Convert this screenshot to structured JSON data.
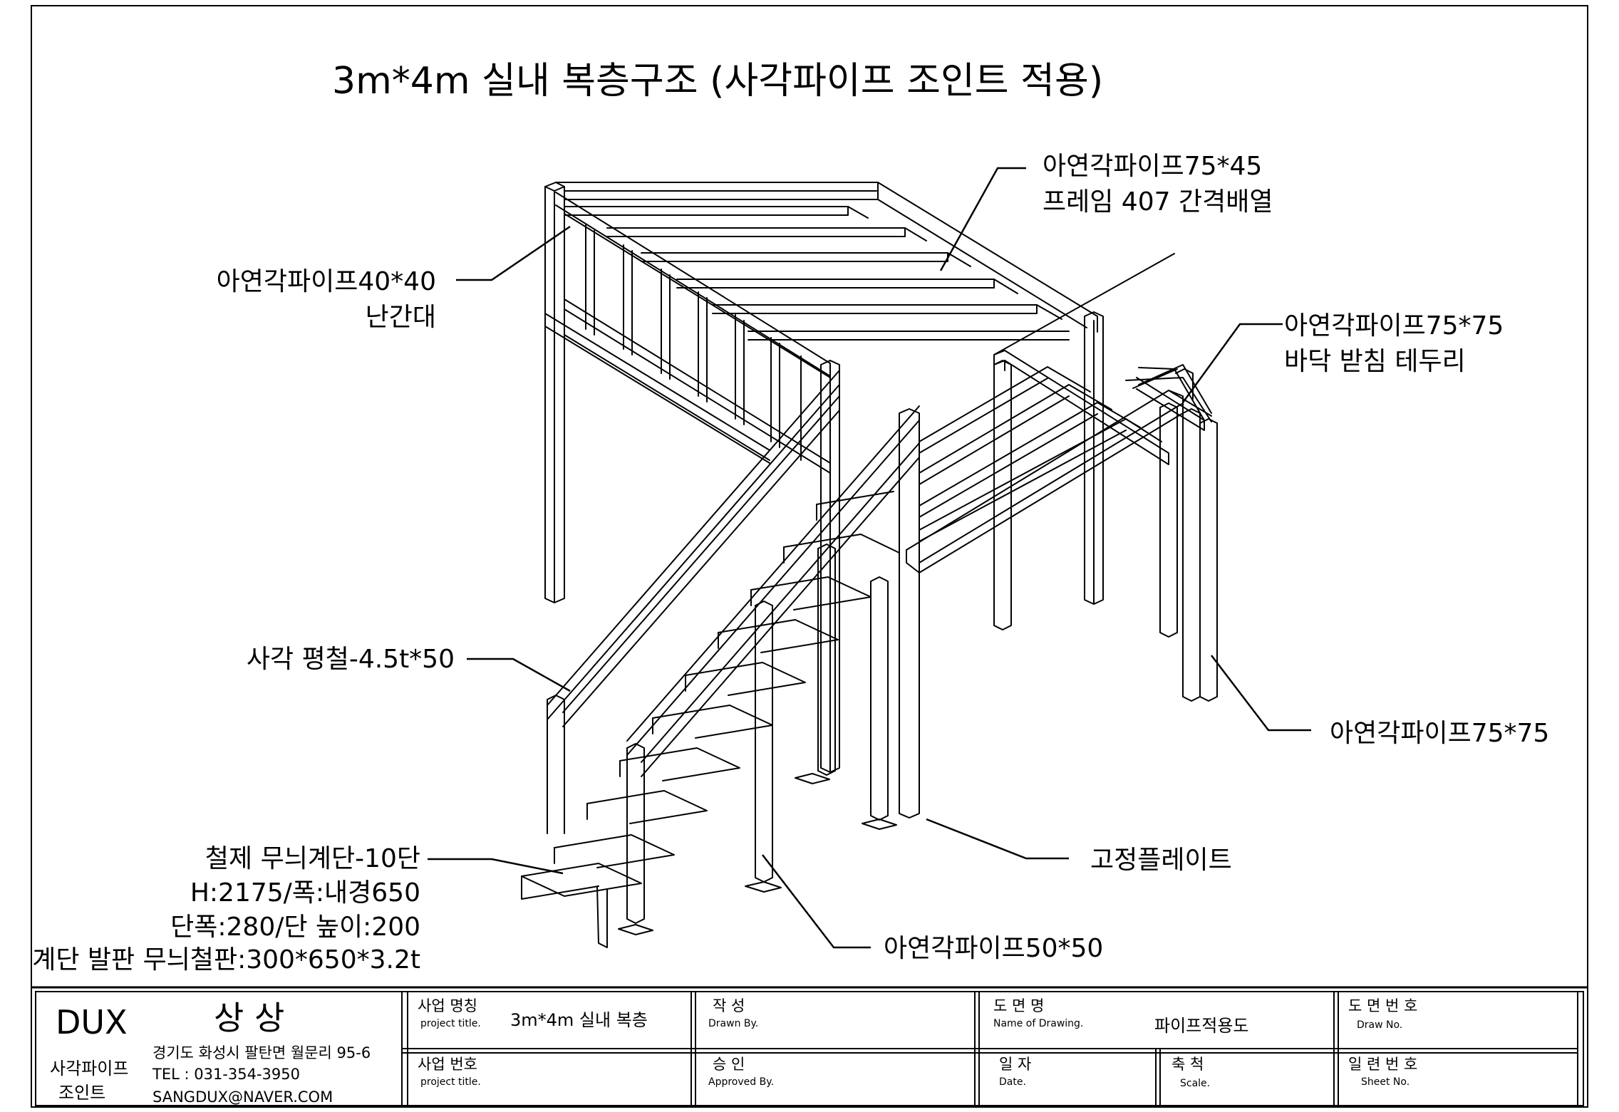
{
  "drawing": {
    "title": "3m*4m 실내 복층구조 (사각파이프 조인트 적용)"
  },
  "callouts": {
    "top_frame": [
      "아연각파이프75*45",
      "프레임 407 간격배열"
    ],
    "railing": [
      "아연각파이프40*40",
      "난간대"
    ],
    "floor_edge": [
      "아연각파이프75*75",
      "바닥 받침 테두리"
    ],
    "flat_bar": [
      "사각 평철-4.5t*50"
    ],
    "post_right": [
      "아연각파이프75*75"
    ],
    "fix_plate": [
      "고정플레이트"
    ],
    "stair": [
      "철제 무늬계단-10단",
      "H:2175/폭:내경650",
      "단폭:280/단 높이:200",
      "계단 발판 무늬철판:300*650*3.2t"
    ],
    "post_small": [
      "아연각파이프50*50"
    ]
  },
  "title_block": {
    "company_name": "DUX",
    "company_name_ko": "상 상",
    "company_sub": [
      "사각파이프",
      "조인트"
    ],
    "address": "경기도 화성시 팔탄면 월문리 95-6",
    "tel": "TEL : 031-354-3950",
    "email": "SANGDUX@NAVER.COM",
    "project_name_label": "사업 명칭",
    "project_name_label_en": "project title.",
    "project_name_value": "3m*4m 실내 복층",
    "project_no_label": "사업 번호",
    "project_no_label_en": "project title.",
    "drawn_label": "작   성",
    "drawn_label_en": "Drawn By.",
    "approved_label": "승   인",
    "approved_label_en": "Approved By.",
    "drawing_name_label": "도  면  명",
    "drawing_name_label_en": "Name of Drawing.",
    "drawing_name_value": "파이프적용도",
    "date_label": "일   자",
    "date_label_en": "Date.",
    "scale_label": "축   척",
    "scale_label_en": "Scale.",
    "draw_no_label": "도 면 번 호",
    "draw_no_label_en": "Draw No.",
    "sheet_no_label": "일 련 번 호",
    "sheet_no_label_en": "Sheet No."
  }
}
